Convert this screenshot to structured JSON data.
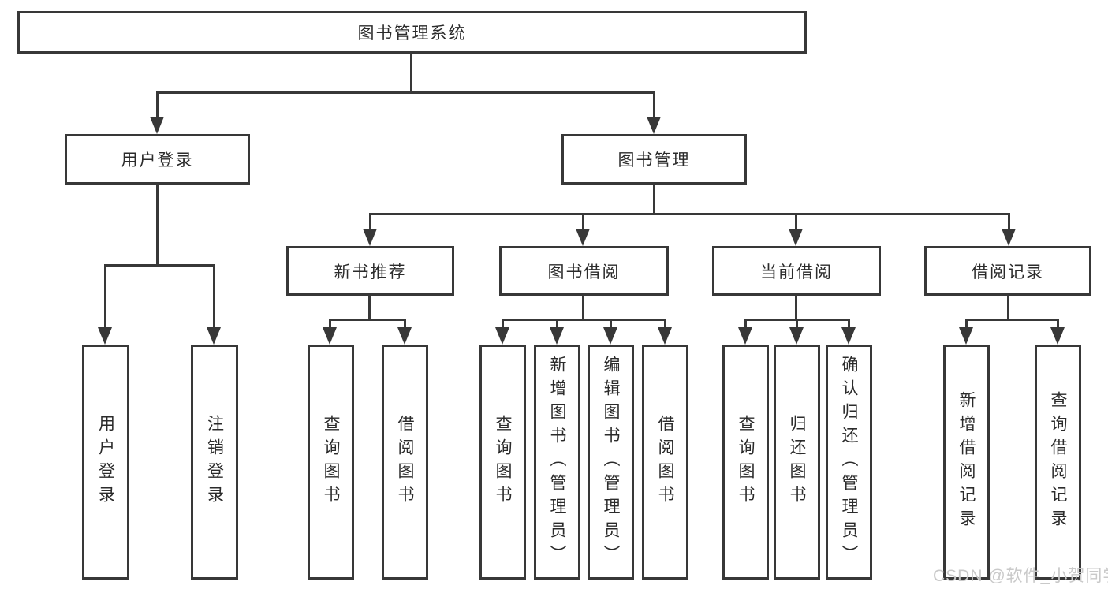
{
  "diagram": {
    "title": "图书管理系统",
    "root": {
      "label": "图书管理系统"
    },
    "level2": [
      {
        "label": "用户登录"
      },
      {
        "label": "图书管理"
      }
    ],
    "level3": [
      {
        "label": "新书推荐"
      },
      {
        "label": "图书借阅"
      },
      {
        "label": "当前借阅"
      },
      {
        "label": "借阅记录"
      }
    ],
    "leaves": [
      {
        "label": "用户登录"
      },
      {
        "label": "注销登录"
      },
      {
        "label": "查询图书"
      },
      {
        "label": "借阅图书"
      },
      {
        "label": "查询图书"
      },
      {
        "label": "新增图书（管理员）"
      },
      {
        "label": "编辑图书（管理员）"
      },
      {
        "label": "借阅图书"
      },
      {
        "label": "查询图书"
      },
      {
        "label": "归还图书"
      },
      {
        "label": "确认归还（管理员）"
      },
      {
        "label": "新增借阅记录"
      },
      {
        "label": "查询借阅记录"
      }
    ],
    "colors": {
      "line": "#383838",
      "text": "#2b2b2b",
      "background": "#ffffff",
      "watermark_text": "#c9c9c9"
    }
  },
  "watermark": {
    "text": "CSDN @软件_小贺同学"
  }
}
